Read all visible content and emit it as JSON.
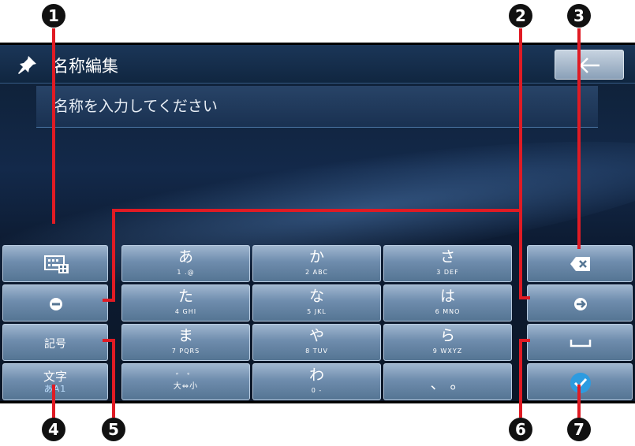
{
  "header": {
    "title": "名称編集",
    "back_icon": "arrow-left-icon",
    "pin_icon": "pin-icon"
  },
  "input": {
    "placeholder": "名称を入力してください"
  },
  "left_column": {
    "keyboard_icon": "keyboard-switch-icon",
    "cursor_left_icon": "cursor-left-icon",
    "symbols_label": "記号",
    "mode_label_top": "文字",
    "mode_label_bottom": "あA1"
  },
  "keys": [
    {
      "kana": "あ",
      "sub": "1 .@"
    },
    {
      "kana": "か",
      "sub": "2 ABC"
    },
    {
      "kana": "さ",
      "sub": "3 DEF"
    },
    {
      "kana": "た",
      "sub": "4 GHI"
    },
    {
      "kana": "な",
      "sub": "5 JKL"
    },
    {
      "kana": "は",
      "sub": "6 MNO"
    },
    {
      "kana": "ま",
      "sub": "7 PQRS"
    },
    {
      "kana": "や",
      "sub": "8 TUV"
    },
    {
      "kana": "ら",
      "sub": "9 WXYZ"
    },
    {
      "kana": "゛ ゜",
      "sub": "大⇔小"
    },
    {
      "kana": "わ",
      "sub": "0 -"
    },
    {
      "kana": "、 。",
      "sub": ""
    }
  ],
  "right_column": {
    "backspace_icon": "backspace-icon",
    "cursor_right_icon": "cursor-right-icon",
    "space_icon": "space-icon",
    "confirm_icon": "checkmark-icon"
  },
  "callouts": [
    "1",
    "2",
    "3",
    "4",
    "5",
    "6",
    "7"
  ],
  "colors": {
    "callout_line": "#e01b24",
    "confirm": "#2d9be0",
    "key_top": "#9fb6cf",
    "key_bottom": "#557593"
  }
}
